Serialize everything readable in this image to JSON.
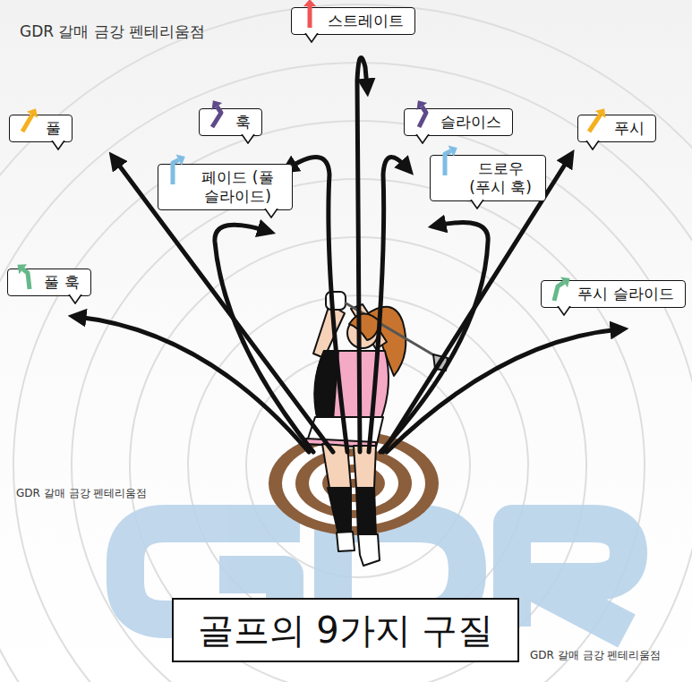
{
  "diagram": {
    "title": "골프의 9가지 구질",
    "nodes": [
      {
        "text": [
          "스트레이트"
        ]
      },
      {
        "text": [
          "풀"
        ]
      },
      {
        "text": [
          "훅"
        ]
      },
      {
        "text": [
          "슬라이스"
        ]
      },
      {
        "text": [
          "푸시"
        ]
      },
      {
        "text": [
          "페이드 (풀 슬라이드)"
        ]
      },
      {
        "text": [
          "드로우 (푸시 훅)"
        ]
      },
      {
        "text": [
          "풀 훅"
        ]
      },
      {
        "text": [
          "푸시 슬라이드"
        ]
      }
    ],
    "labels": [
      "GDR 갈매 금강 펜테리움점",
      "GDR 갈매 금강 펜테리움점",
      "GDR 갈매 금강 펜테리움점"
    ]
  }
}
